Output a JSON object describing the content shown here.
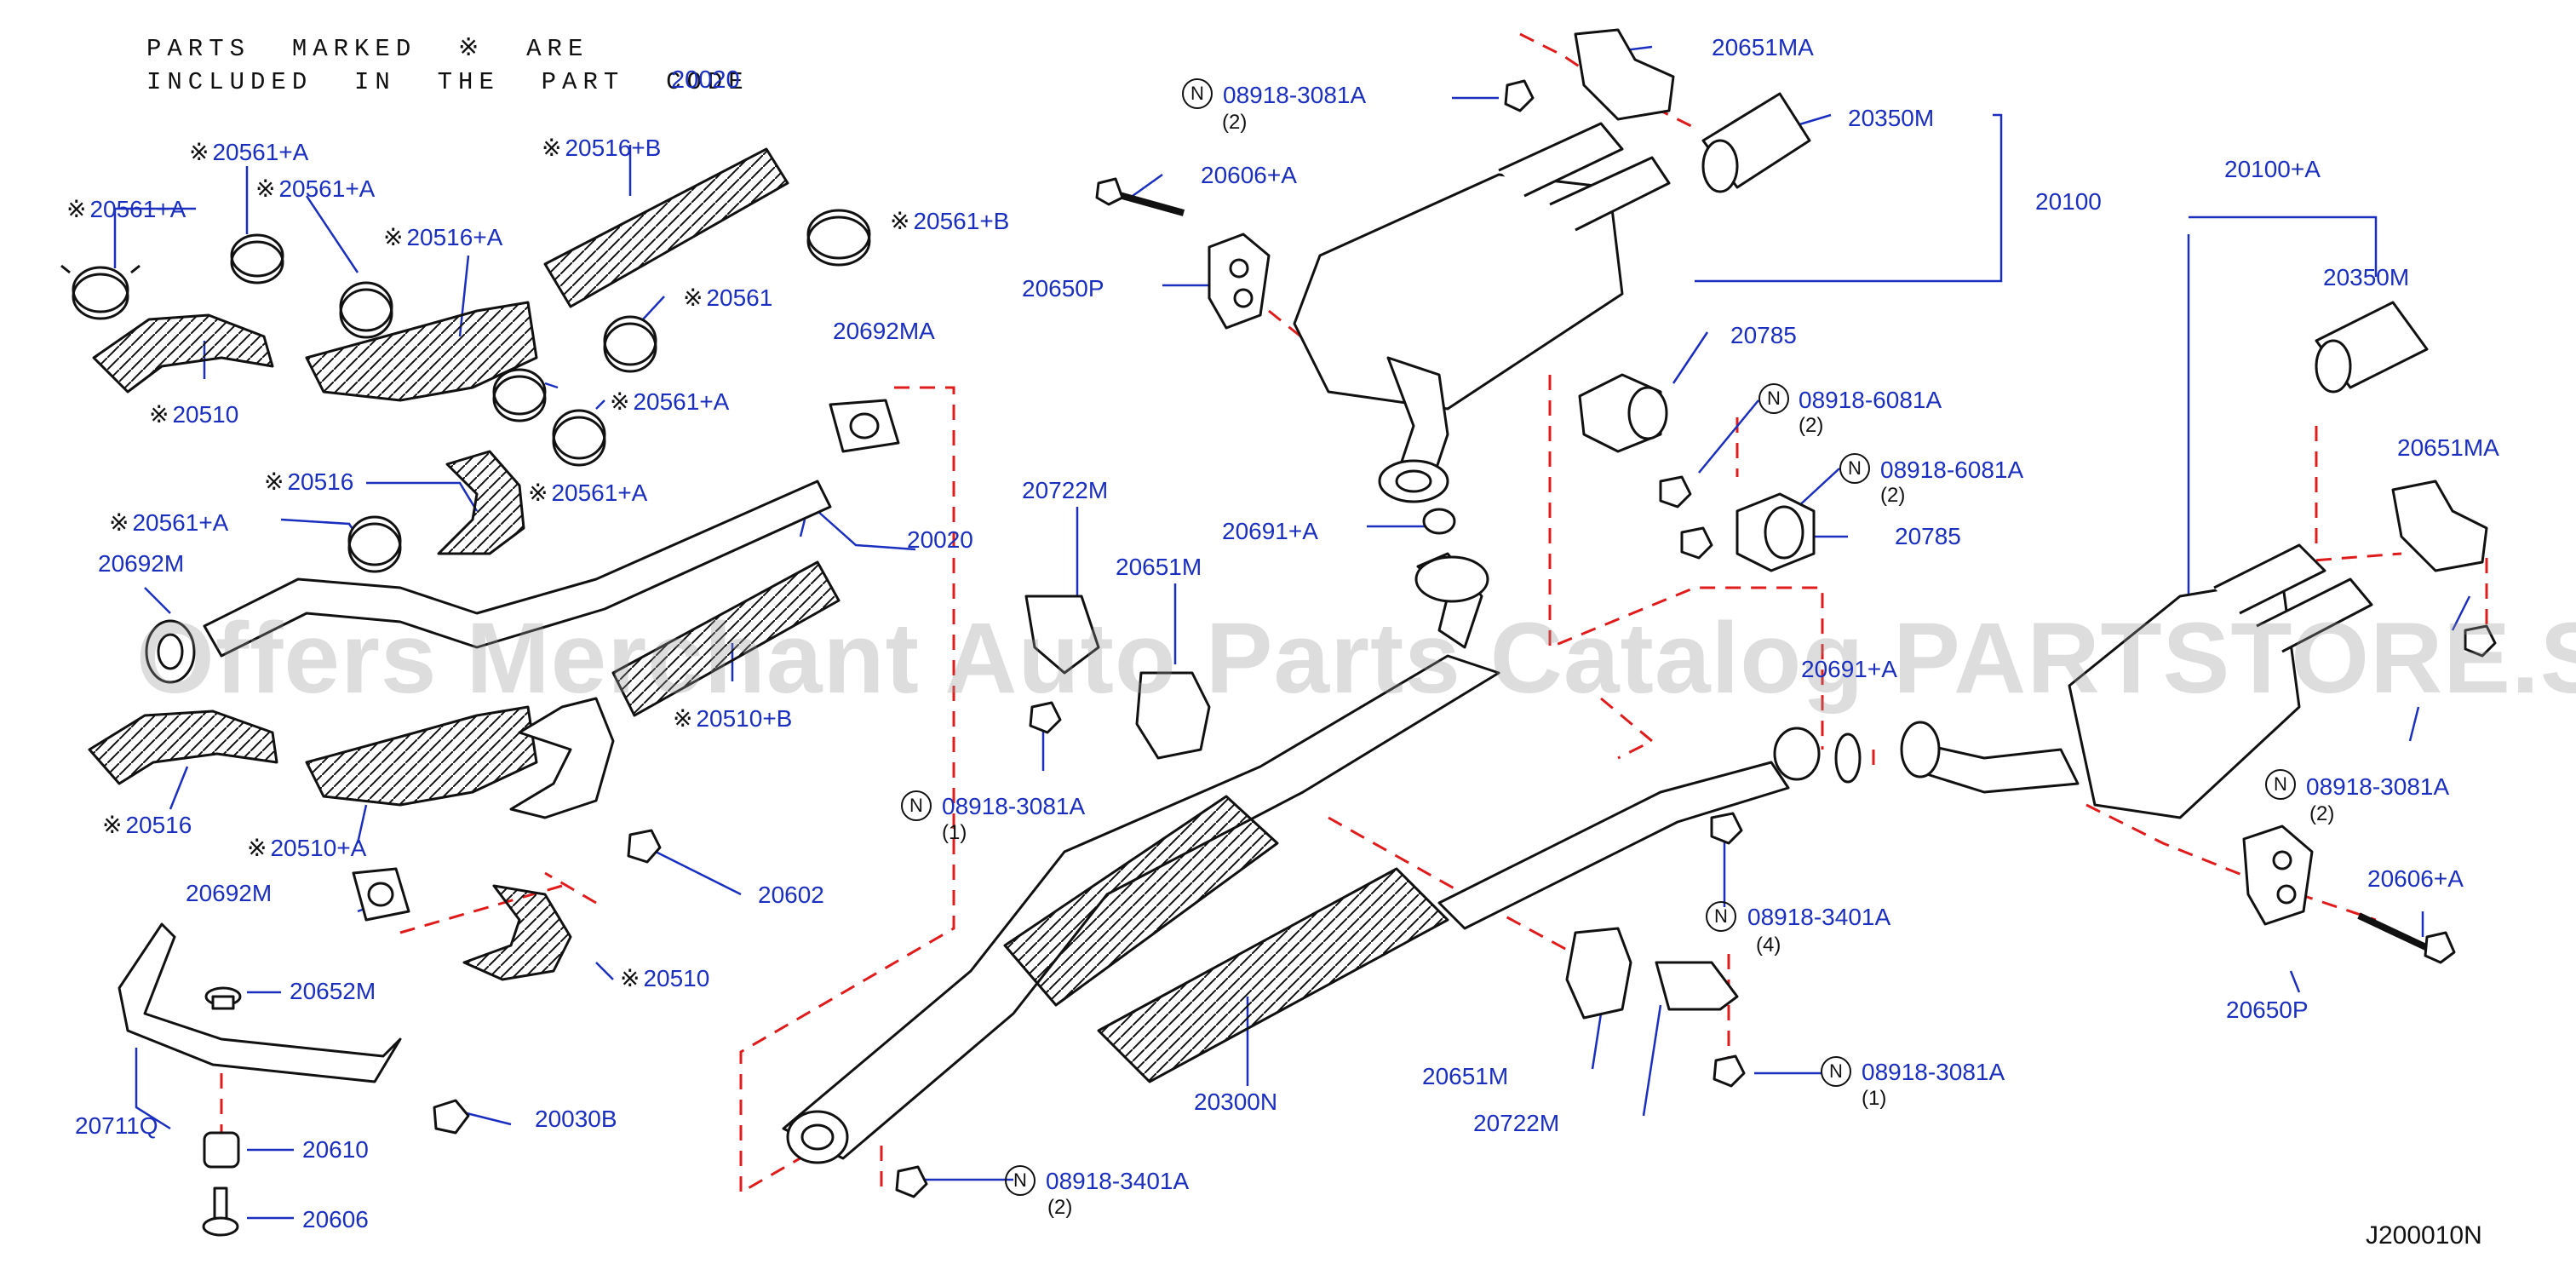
{
  "note": {
    "line1": "PARTS  MARKED  ※  ARE",
    "line2": "INCLUDED  IN  THE  PART  CODE",
    "code": "20020"
  },
  "watermark": "Offers Merchant Auto Parts Catalog PARTSTORE.SA",
  "diagram_id": "J200010N",
  "colors": {
    "label": "#1a2fbf",
    "leader": "#1a2fbf",
    "dashed": "#e01b1b",
    "lineart": "#111111"
  },
  "nut_badge": "N",
  "parts": {
    "p20561A_1": {
      "code": "20561+A",
      "marked": true
    },
    "p20561A_2": {
      "code": "20561+A",
      "marked": true
    },
    "p20561A_3": {
      "code": "20561+A",
      "marked": true
    },
    "p20516B": {
      "code": "20516+B",
      "marked": true
    },
    "p20516A": {
      "code": "20516+A",
      "marked": true
    },
    "p20561B": {
      "code": "20561+B",
      "marked": true
    },
    "p20561": {
      "code": "20561",
      "marked": true
    },
    "p20561A_4": {
      "code": "20561+A",
      "marked": true
    },
    "p20561A_5": {
      "code": "20561+A",
      "marked": true
    },
    "p20561A_6": {
      "code": "20561+A",
      "marked": true
    },
    "p20510_1": {
      "code": "20510",
      "marked": true
    },
    "p20516_1": {
      "code": "20516",
      "marked": true
    },
    "p20692MA": {
      "code": "20692MA",
      "marked": false
    },
    "p20020": {
      "code": "20020",
      "marked": false
    },
    "p20692M_1": {
      "code": "20692M",
      "marked": false
    },
    "p20510B": {
      "code": "20510+B",
      "marked": true
    },
    "p20516_2": {
      "code": "20516",
      "marked": true
    },
    "p20510A": {
      "code": "20510+A",
      "marked": true
    },
    "p20602": {
      "code": "20602",
      "marked": false
    },
    "p20692M_2": {
      "code": "20692M",
      "marked": false
    },
    "p20510_2": {
      "code": "20510",
      "marked": true
    },
    "p20652M": {
      "code": "20652M",
      "marked": false
    },
    "p20711Q": {
      "code": "20711Q",
      "marked": false
    },
    "p20030B": {
      "code": "20030B",
      "marked": false
    },
    "p20610": {
      "code": "20610",
      "marked": false
    },
    "p20606": {
      "code": "20606",
      "marked": false
    },
    "p08918_3081A_1": {
      "code": "08918-3081A",
      "qty": "(2)",
      "nut": true
    },
    "p20651MA_1": {
      "code": "20651MA",
      "marked": false
    },
    "p20350M_1": {
      "code": "20350M",
      "marked": false
    },
    "p20606A_1": {
      "code": "20606+A",
      "marked": false
    },
    "p20100": {
      "code": "20100",
      "marked": false
    },
    "p20650P_1": {
      "code": "20650P",
      "marked": false
    },
    "p20785_1": {
      "code": "20785",
      "marked": false
    },
    "p08918_6081A_1": {
      "code": "08918-6081A",
      "qty": "(2)",
      "nut": true
    },
    "p08918_6081A_2": {
      "code": "08918-6081A",
      "qty": "(2)",
      "nut": true
    },
    "p20785_2": {
      "code": "20785",
      "marked": false
    },
    "p20722M_1": {
      "code": "20722M",
      "marked": false
    },
    "p20651M_1": {
      "code": "20651M",
      "marked": false
    },
    "p20691A_1": {
      "code": "20691+A",
      "marked": false
    },
    "p20691A_2": {
      "code": "20691+A",
      "marked": false
    },
    "p08918_3081A_2": {
      "code": "08918-3081A",
      "qty": "(1)",
      "nut": true
    },
    "p20300N": {
      "code": "20300N",
      "marked": false
    },
    "p08918_3401A_1": {
      "code": "08918-3401A",
      "qty": "(4)",
      "nut": true
    },
    "p20651M_2": {
      "code": "20651M",
      "marked": false
    },
    "p20722M_2": {
      "code": "20722M",
      "marked": false
    },
    "p08918_3081A_3": {
      "code": "08918-3081A",
      "qty": "(1)",
      "nut": true
    },
    "p08918_3401A_2": {
      "code": "08918-3401A",
      "qty": "(2)",
      "nut": true
    },
    "p20100A": {
      "code": "20100+A",
      "marked": false
    },
    "p20350M_2": {
      "code": "20350M",
      "marked": false
    },
    "p20651MA_2": {
      "code": "20651MA",
      "marked": false
    },
    "p08918_3081A_4": {
      "code": "08918-3081A",
      "qty": "(2)",
      "nut": true
    },
    "p20606A_2": {
      "code": "20606+A",
      "marked": false
    },
    "p20650P_2": {
      "code": "20650P",
      "marked": false
    }
  }
}
